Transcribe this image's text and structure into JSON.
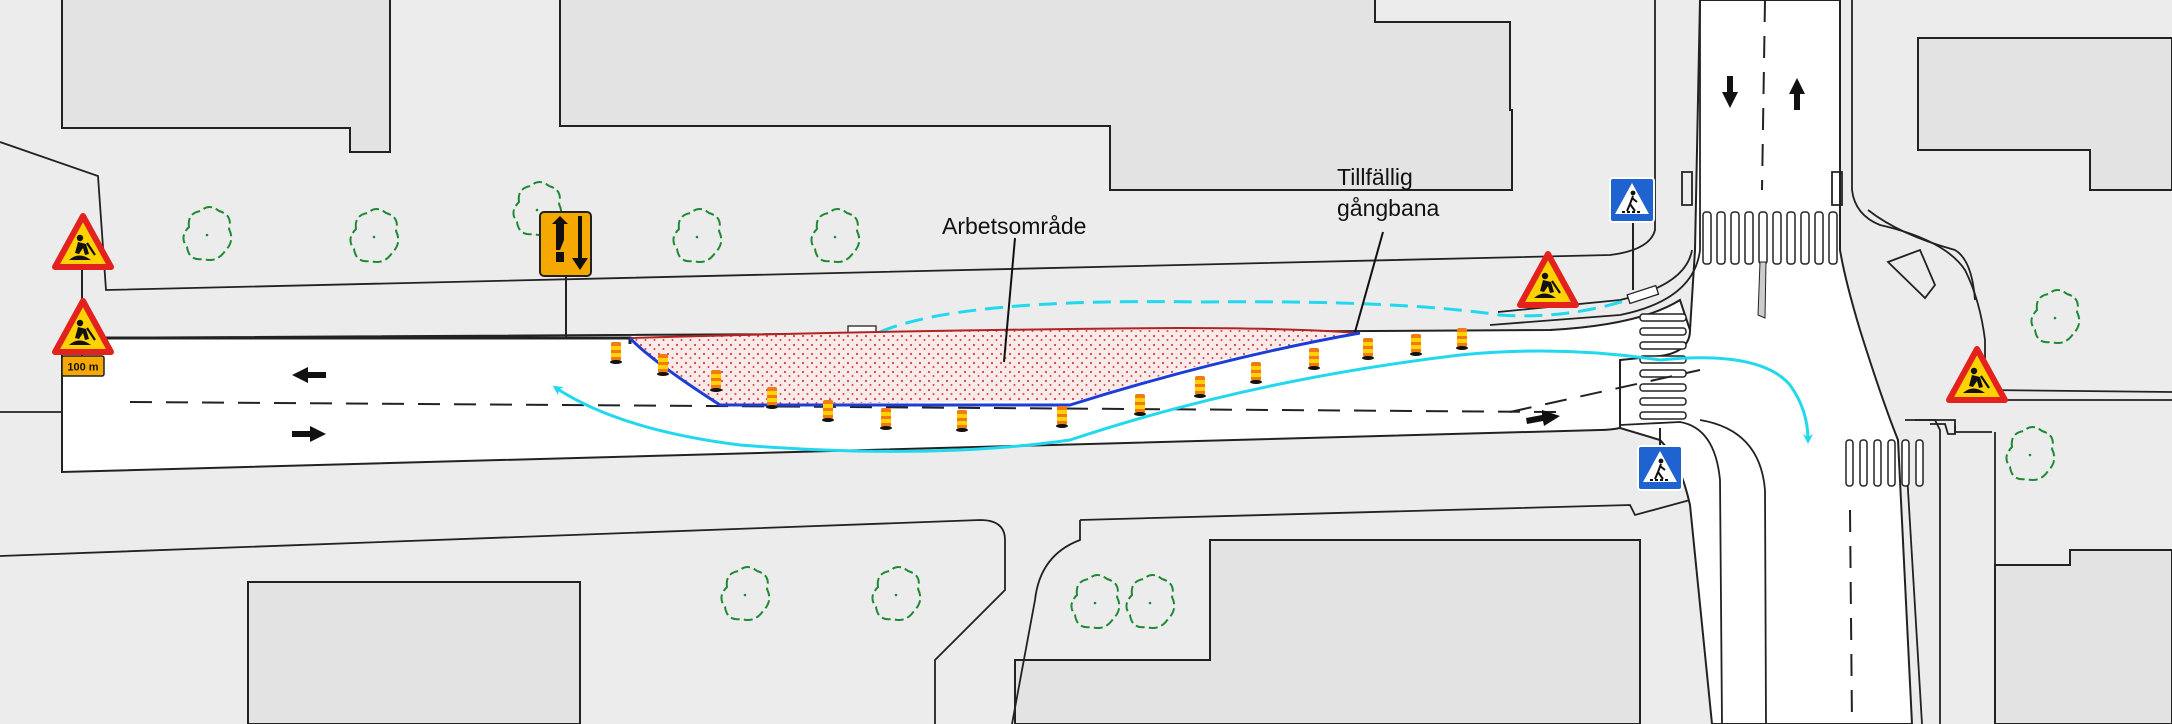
{
  "labels": {
    "work_area": "Arbetsområde",
    "temp_footway_line1": "Tillfällig",
    "temp_footway_line2": "gångbana",
    "distance_plate": "100 m"
  },
  "colors": {
    "background": "#ececec",
    "road": "#ffffff",
    "building": "#e3e3e3",
    "outline": "#222222",
    "work_area_fill": "#fbeaea",
    "work_area_dots": "#d94040",
    "work_area_border_blue": "#1c3ed6",
    "work_area_border_red": "#b02424",
    "traffic_flow": "#22d8ee",
    "warning_sign_red": "#e3221e",
    "warning_sign_yellow": "#ffd200",
    "crossing_sign_blue": "#1f63d0",
    "direction_sign_orange": "#f5a800",
    "tree_outline": "#1e8a34"
  },
  "icons": {
    "roadwork_sign": "roadwork-warning-sign-icon",
    "crossing_sign": "pedestrian-crossing-sign-icon",
    "lane_sign": "lane-arrangement-sign-icon",
    "tree": "tree-icon",
    "cone": "traffic-cone-icon",
    "arrow": "direction-arrow-icon"
  }
}
